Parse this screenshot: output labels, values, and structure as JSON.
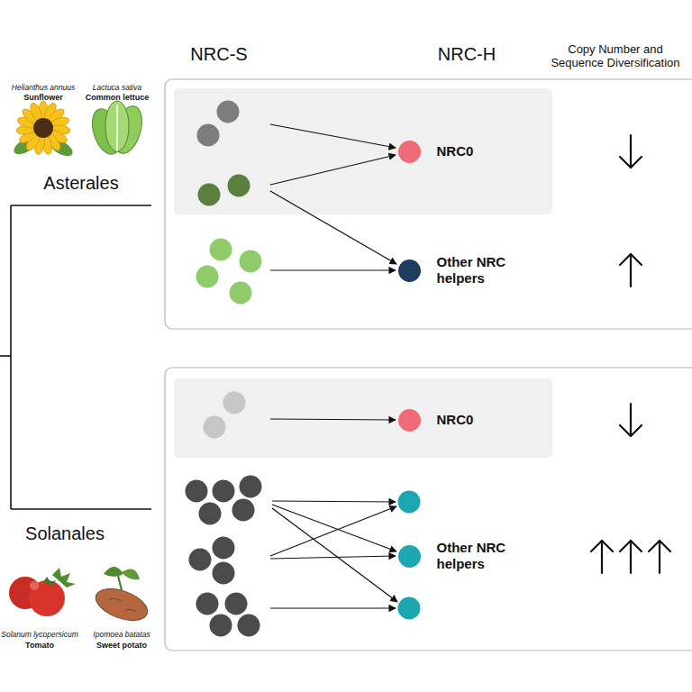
{
  "diagram": {
    "nodes": [
      {
        "text": [
          "NRC0"
        ]
      },
      {
        "text": [
          "Other NRC helpers"
        ]
      },
      {
        "text": [
          "NRC0"
        ]
      },
      {
        "text": [
          "Other NRC helpers"
        ]
      }
    ],
    "labels": [
      "NRC-S",
      "NRC-H",
      "Copy Number and Sequence Diversification",
      "Helianthus annuus",
      "Sunflower",
      "Lactuca sativa",
      "Common lettuce",
      "Asterales",
      "Solanales",
      "Solanum lycopersicum",
      "Tomato",
      "Ipomoea batatas",
      "Sweet potato"
    ]
  }
}
